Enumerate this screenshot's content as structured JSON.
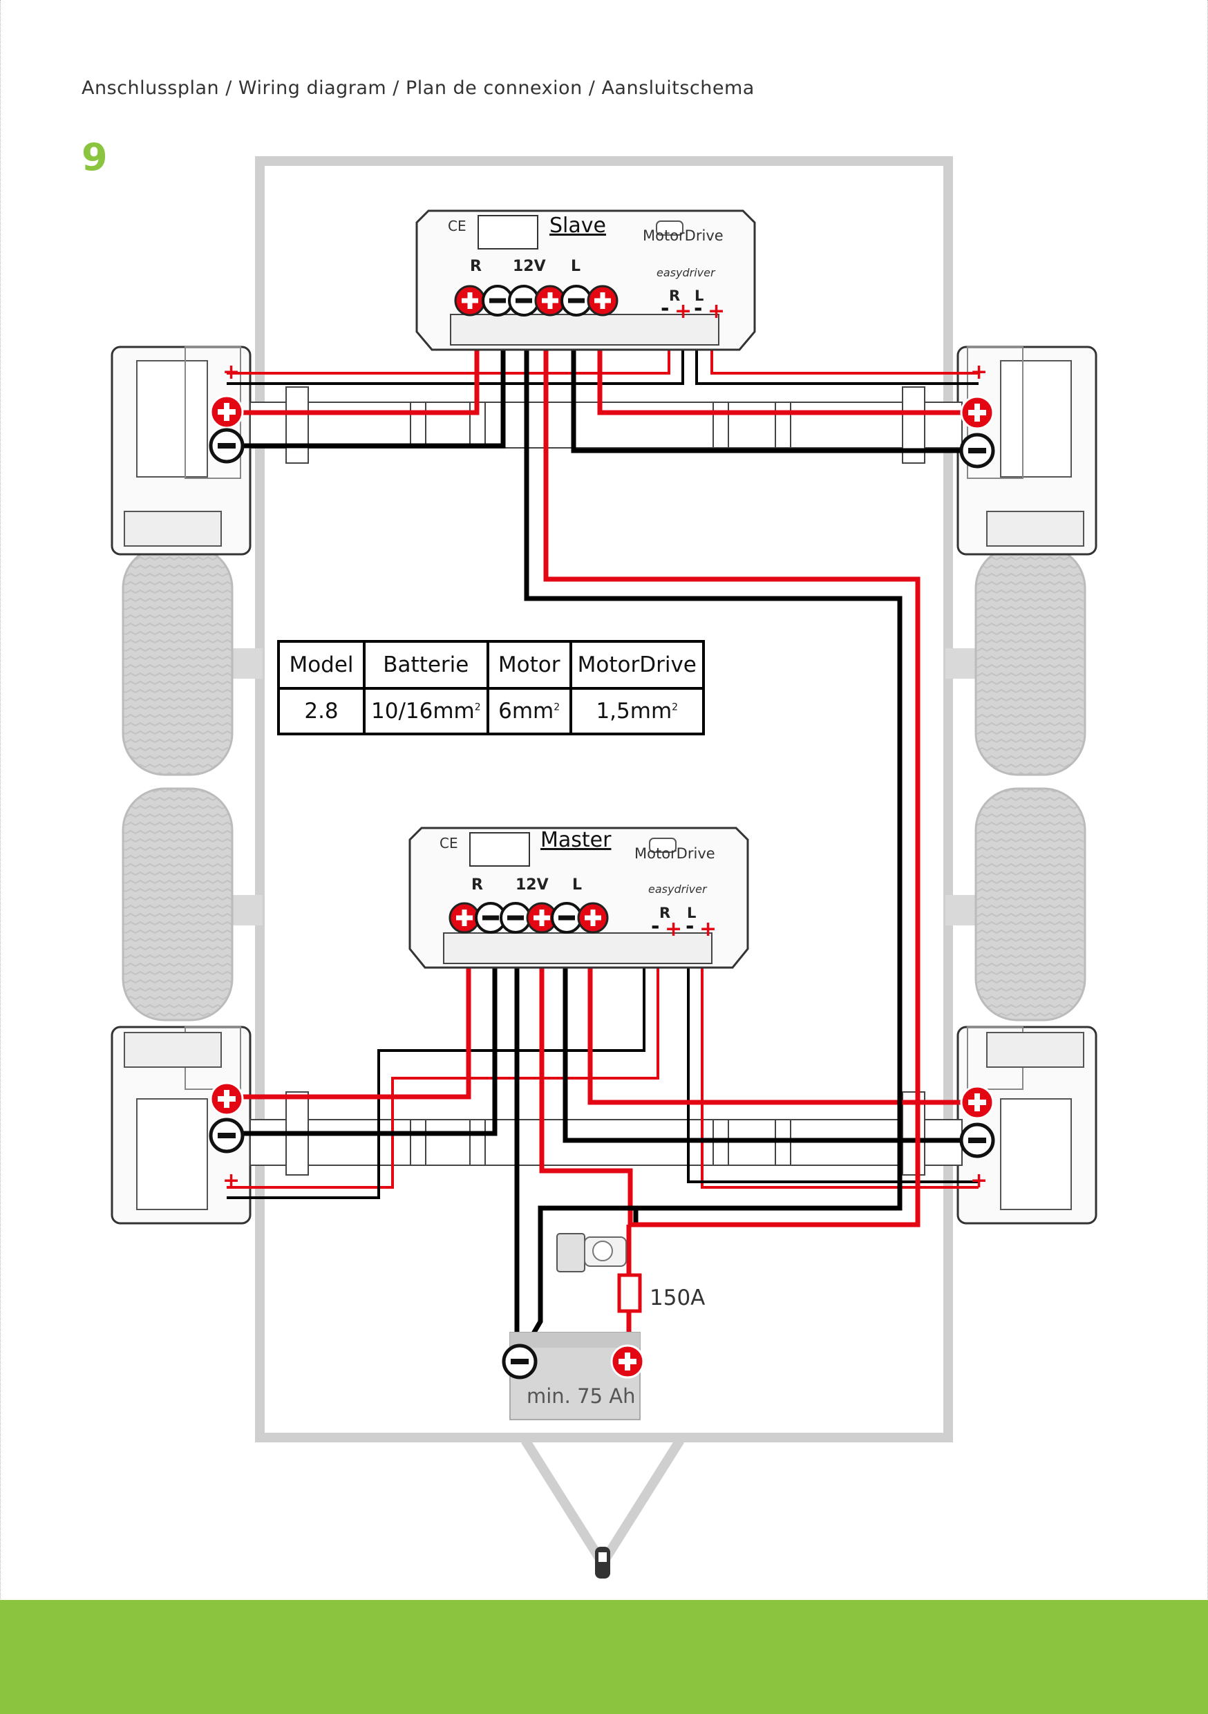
{
  "header": {
    "title": "Anschlussplan  /  Wiring diagram  /  Plan de connexion  /  Aansluitschema",
    "page_number": "9"
  },
  "slave_unit": {
    "name": "Slave",
    "brand_label": "MotorDrive",
    "logo_text": "easydriver",
    "terminal_labels": {
      "r": "R",
      "v12": "12V",
      "l": "L"
    },
    "motordrive_labels": {
      "r": "R",
      "l": "L"
    },
    "ce_mark": "CE"
  },
  "master_unit": {
    "name": "Master",
    "brand_label": "MotorDrive",
    "logo_text": "easydriver",
    "terminal_labels": {
      "r": "R",
      "v12": "12V",
      "l": "L"
    },
    "motordrive_labels": {
      "r": "R",
      "l": "L"
    },
    "ce_mark": "CE"
  },
  "spec_table": {
    "headers": [
      "Model",
      "Batterie",
      "Motor",
      "MotorDrive"
    ],
    "rows": [
      [
        "2.8",
        "10/16mm",
        "6mm",
        "1,5mm"
      ]
    ],
    "superscript": "2"
  },
  "fuse": {
    "label": "150A"
  },
  "battery": {
    "label": "min. 75 Ah"
  },
  "colors": {
    "positive_wire": "#e30613",
    "negative_wire": "#000000",
    "accent_green": "#8bc53f",
    "frame_gray": "#cfcfcf"
  }
}
